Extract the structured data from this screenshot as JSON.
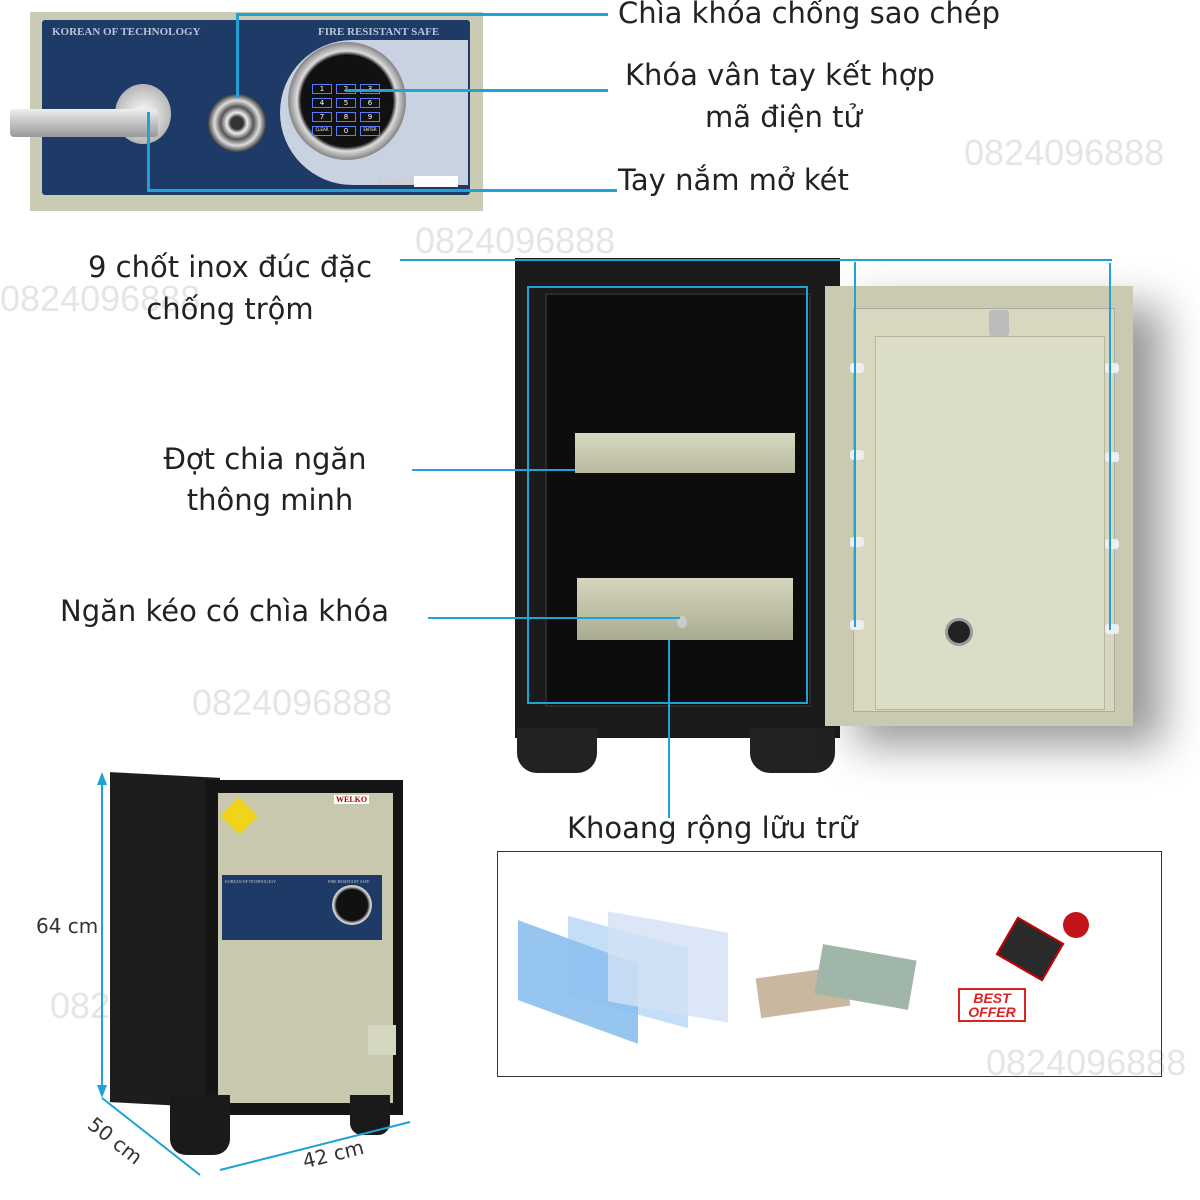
{
  "panel": {
    "brand_left": "KOREAN OF TECHNOLOGY",
    "brand_right": "FIRE RESISTANT SAFE",
    "model_label": "MODEL",
    "keypad_keys": [
      "1",
      "2",
      "3",
      "4",
      "5",
      "6",
      "7",
      "8",
      "9",
      "CLEAR",
      "0",
      "ENTER"
    ]
  },
  "callouts": {
    "key": "Chìa khóa chống sao chép",
    "fingerprint_line1": "Khóa vân tay kết hợp",
    "fingerprint_line2": "mã điện tử",
    "handle": "Tay nắm mở két",
    "bolts_line1": "9 chốt inox đúc đặc",
    "bolts_line2": "chống trộm",
    "shelf_line1": "Đợt chia ngăn",
    "shelf_line2": "thông minh",
    "drawer": "Ngăn kéo có chìa khóa",
    "storage": "Khoang rộng lữu trữ"
  },
  "dimensions": {
    "height": "64 cm",
    "depth": "50 cm",
    "width": "42 cm"
  },
  "small_safe": {
    "brand": "WELKO",
    "brand_left": "KOREAN OF TECHNOLOGY",
    "brand_right": "FIRE RESISTANT SAFE"
  },
  "stamp": {
    "line1": "BEST",
    "line2": "OFFER"
  },
  "watermark": "0824096888",
  "colors": {
    "accent": "#1fa3d4",
    "panel_blue": "#1e3a66",
    "safe_body": "#1c1c1c",
    "door_beige": "#d7d8bf"
  }
}
